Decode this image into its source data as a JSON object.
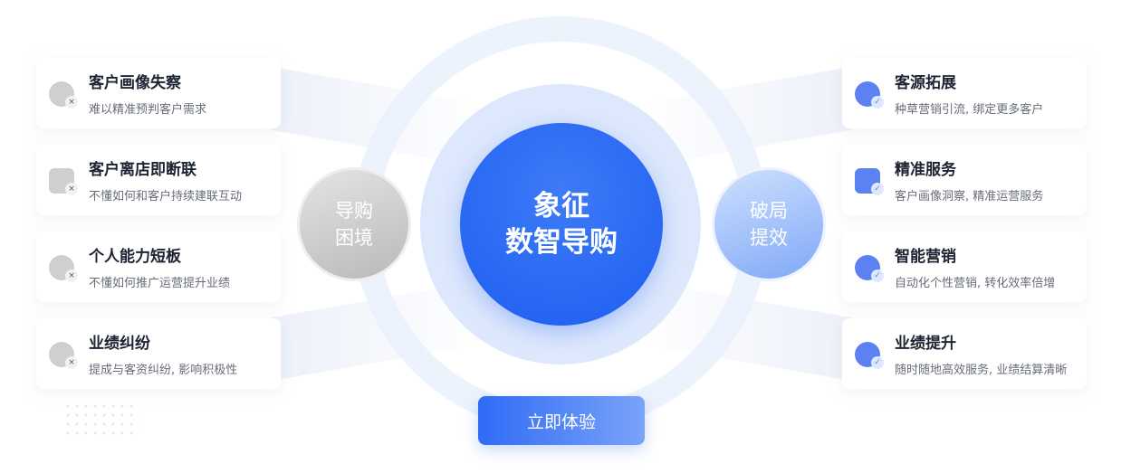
{
  "center": {
    "line1": "象征",
    "line2": "数智导购"
  },
  "left_circle": {
    "line1": "导购",
    "line2": "困境"
  },
  "right_circle": {
    "line1": "破局",
    "line2": "提效"
  },
  "cta_button": "立即体验",
  "problems": [
    {
      "title": "客户画像失察",
      "desc": "难以精准预判客户需求",
      "icon": "user-x-icon"
    },
    {
      "title": "客户离店即断联",
      "desc": "不懂如何和客户持续建联互动",
      "icon": "store-icon"
    },
    {
      "title": "个人能力短板",
      "desc": "不懂如何推广运营提升业绩",
      "icon": "badge-star-icon"
    },
    {
      "title": "业绩纠纷",
      "desc": "提成与客资纠纷, 影响积极性",
      "icon": "trend-x-icon"
    }
  ],
  "solutions": [
    {
      "title": "客源拓展",
      "desc": "种草营销引流, 绑定更多客户",
      "icon": "user-plus-icon"
    },
    {
      "title": "精准服务",
      "desc": "客户画像洞察, 精准运营服务",
      "icon": "heart-check-icon"
    },
    {
      "title": "智能营销",
      "desc": "自动化个性营销, 转化效率倍增",
      "icon": "chat-check-icon"
    },
    {
      "title": "业绩提升",
      "desc": "随时随地高效服务, 业绩结算清晰",
      "icon": "trend-check-icon"
    }
  ],
  "colors": {
    "primary": "#2f6bf5",
    "gray": "#c4c4c4"
  }
}
